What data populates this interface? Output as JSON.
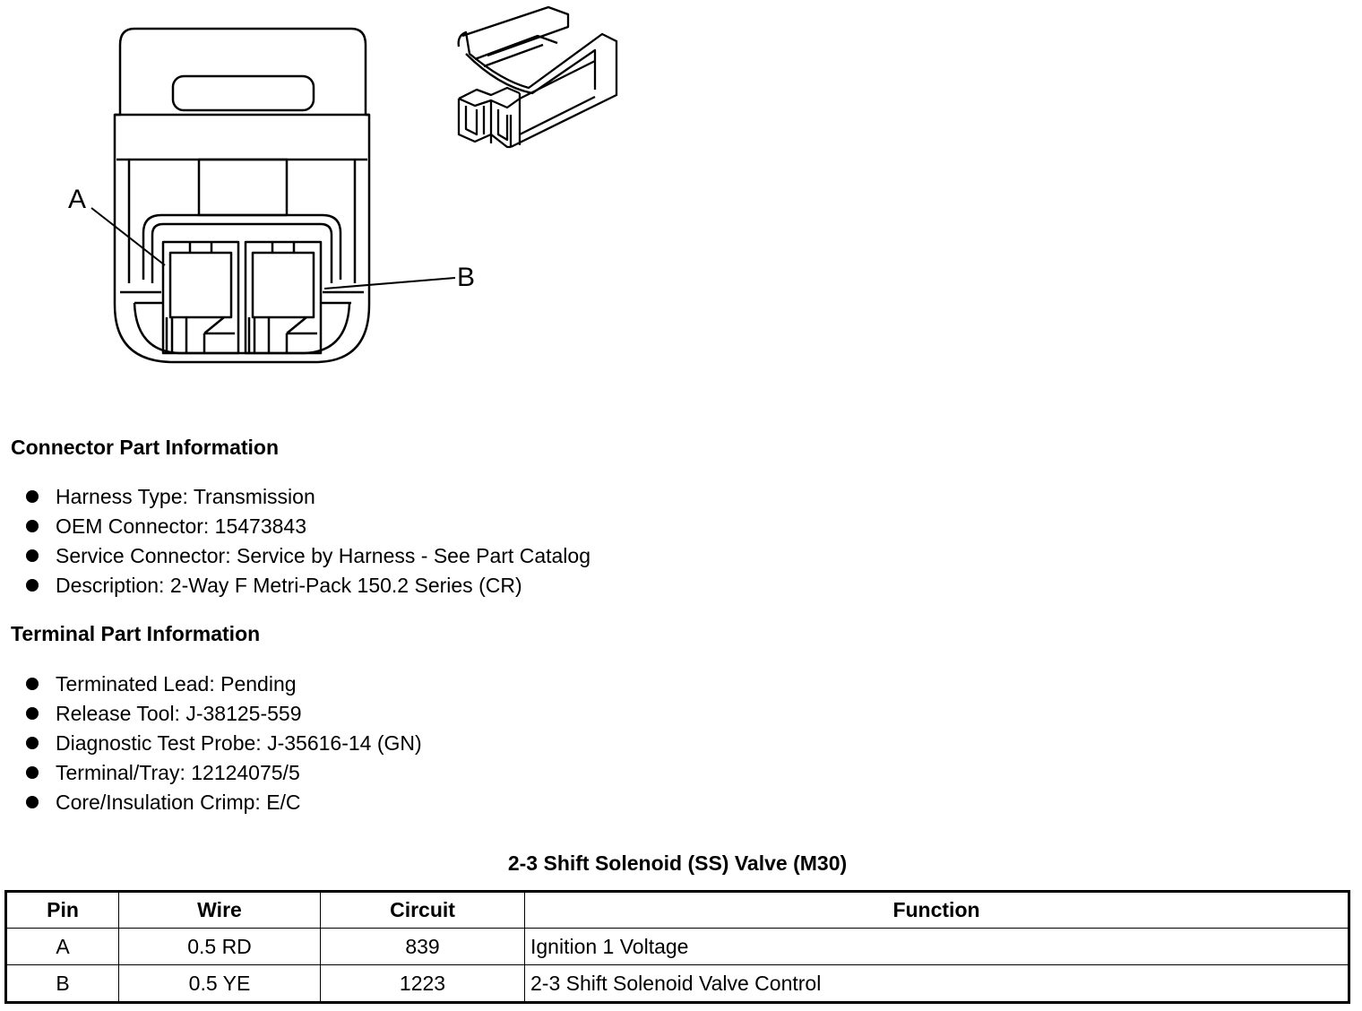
{
  "diagram": {
    "pin_labels": [
      "A",
      "B"
    ]
  },
  "connector_info": {
    "title": "Connector Part Information",
    "items": [
      "Harness Type: Transmission",
      "OEM Connector: 15473843",
      "Service Connector: Service by Harness - See Part Catalog",
      "Description: 2-Way F Metri-Pack 150.2 Series (CR)"
    ]
  },
  "terminal_info": {
    "title": "Terminal Part Information",
    "items": [
      "Terminated Lead: Pending",
      "Release Tool: J-38125-559",
      "Diagnostic Test Probe: J-35616-14 (GN)",
      "Terminal/Tray: 12124075/5",
      "Core/Insulation Crimp: E/C"
    ]
  },
  "table": {
    "caption": "2-3 Shift Solenoid (SS) Valve (M30)",
    "headers": [
      "Pin",
      "Wire",
      "Circuit",
      "Function"
    ],
    "rows": [
      [
        "A",
        "0.5 RD",
        "839",
        "Ignition 1 Voltage"
      ],
      [
        "B",
        "0.5 YE",
        "1223",
        "2-3 Shift Solenoid Valve Control"
      ]
    ]
  }
}
